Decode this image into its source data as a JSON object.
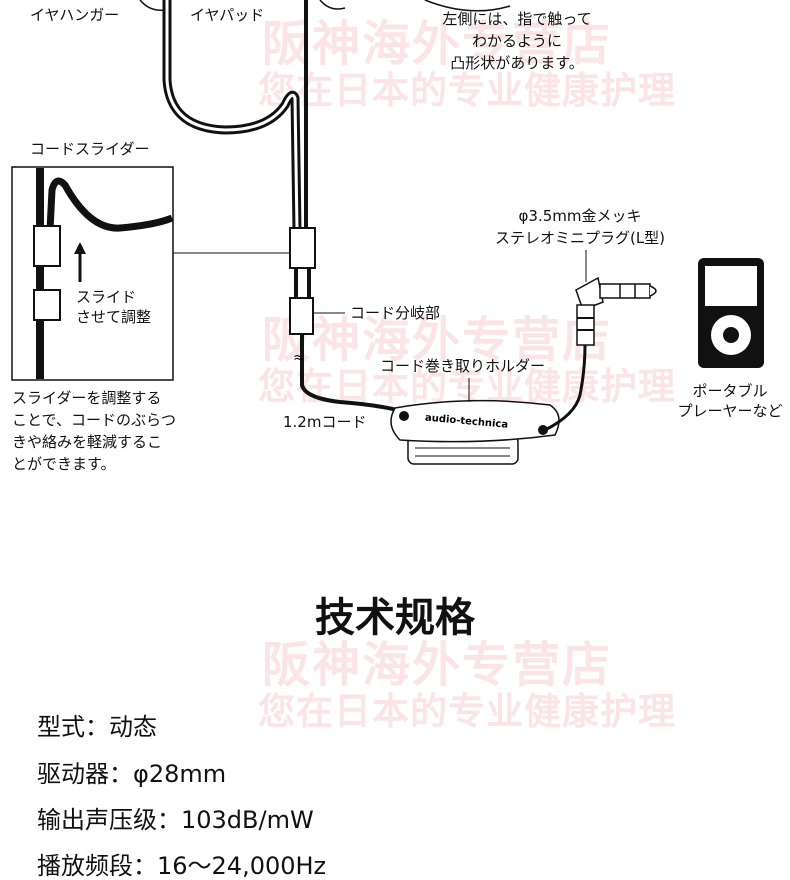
{
  "diagram": {
    "labels": {
      "ear_hanger": "イヤハンガー",
      "ear_pad": "イヤパッド",
      "left_note": [
        "左側には、指で触って",
        "わかるように",
        "凸形状があります。"
      ],
      "cord_slider": "コードスライダー",
      "slide_adjust": [
        "スライド",
        "させて調整"
      ],
      "slider_note": [
        "スライダーを調整する",
        "ことで、コードのぶらつ",
        "きや絡みを軽減するこ",
        "とができます。"
      ],
      "cord_branch": "コード分岐部",
      "cord_holder": "コード巻き取りホルダー",
      "cord_length": "1.2mコード",
      "plug": [
        "φ3.5mm金メッキ",
        "ステレオミニプラグ(L型)"
      ],
      "player": [
        "ポータブル",
        "プレーヤーなど"
      ],
      "brand": "audio-technica"
    },
    "watermark": {
      "line1": "阪神海外专营店",
      "line2": "您在日本的专业健康护理"
    }
  },
  "specs": {
    "title": "技术规格",
    "items": [
      "型式：动态",
      "驱动器：φ28mm",
      "输出声压级：103dB/mW",
      "播放频段：16～24,000Hz"
    ]
  }
}
